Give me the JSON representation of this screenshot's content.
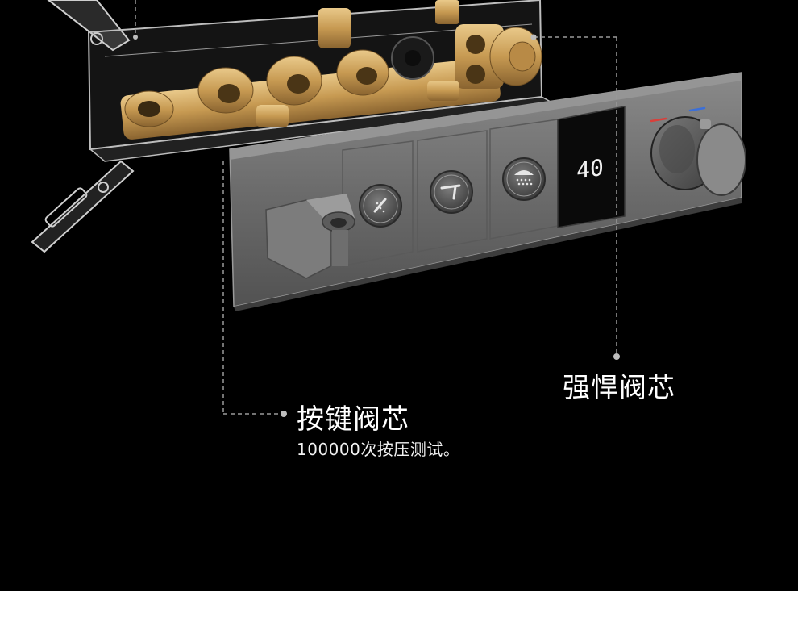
{
  "product": {
    "display_reading": "40",
    "control_icons": [
      "handheld-shower-icon",
      "tub-spout-icon",
      "rain-shower-icon"
    ],
    "colors": {
      "background": "#000000",
      "panel": "#6e6e6e",
      "brass": "#c9a25e",
      "hot_mark": "#d8403b",
      "cold_mark": "#3b6fd8"
    }
  },
  "callouts": {
    "valve_core": {
      "title": "强悍阀芯"
    },
    "button_core": {
      "title": "按键阀芯",
      "subtitle": "100000次按压测试。"
    }
  }
}
